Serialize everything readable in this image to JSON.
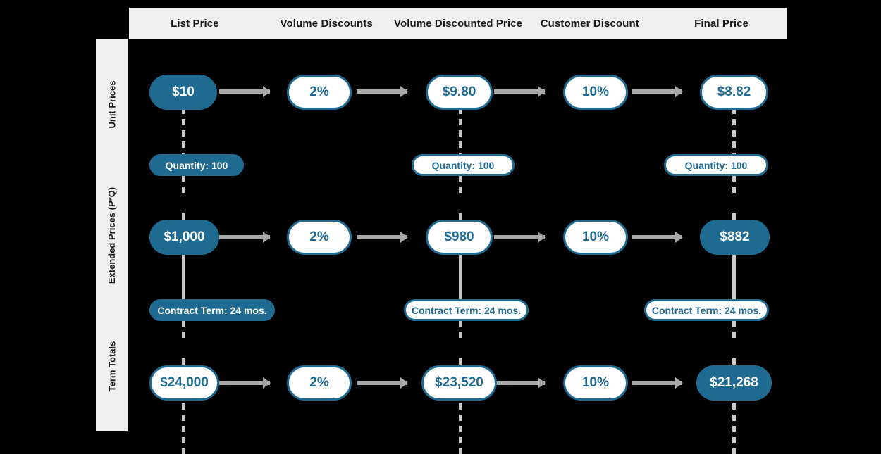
{
  "columns": [
    {
      "label": "List Price"
    },
    {
      "label": "Volume Discounts"
    },
    {
      "label": "Volume Discounted Price"
    },
    {
      "label": "Customer Discount"
    },
    {
      "label": "Final Price"
    }
  ],
  "rows": [
    {
      "label": "Unit Prices"
    },
    {
      "label": "Extended Prices (P*Q)"
    },
    {
      "label": "Term Totals"
    }
  ],
  "colors": {
    "brand_blue": "#1f6a91",
    "panel_gray": "#efefef",
    "arrow_gray": "#a8a8a8",
    "dash_gray": "#c9c9c9",
    "background": "#000000",
    "node_white": "#ffffff"
  },
  "nodes": {
    "unit": {
      "list_price": "$10",
      "volume_discount": "2%",
      "volume_discounted_price": "$9.80",
      "customer_discount": "10%",
      "final_price": "$8.82"
    },
    "extended": {
      "list_price": "$1,000",
      "volume_discount": "2%",
      "volume_discounted_price": "$980",
      "customer_discount": "10%",
      "final_price": "$882"
    },
    "term": {
      "list_price": "$24,000",
      "volume_discount": "2%",
      "volume_discounted_price": "$23,520",
      "customer_discount": "10%",
      "final_price": "$21,268"
    }
  },
  "multipliers": {
    "quantity_list": "Quantity: 100",
    "quantity_discounted": "Quantity: 100",
    "quantity_final": "Quantity: 100",
    "term_list": "Contract Term: 24 mos.",
    "term_discounted": "Contract Term: 24 mos.",
    "term_final": "Contract Term: 24 mos."
  }
}
